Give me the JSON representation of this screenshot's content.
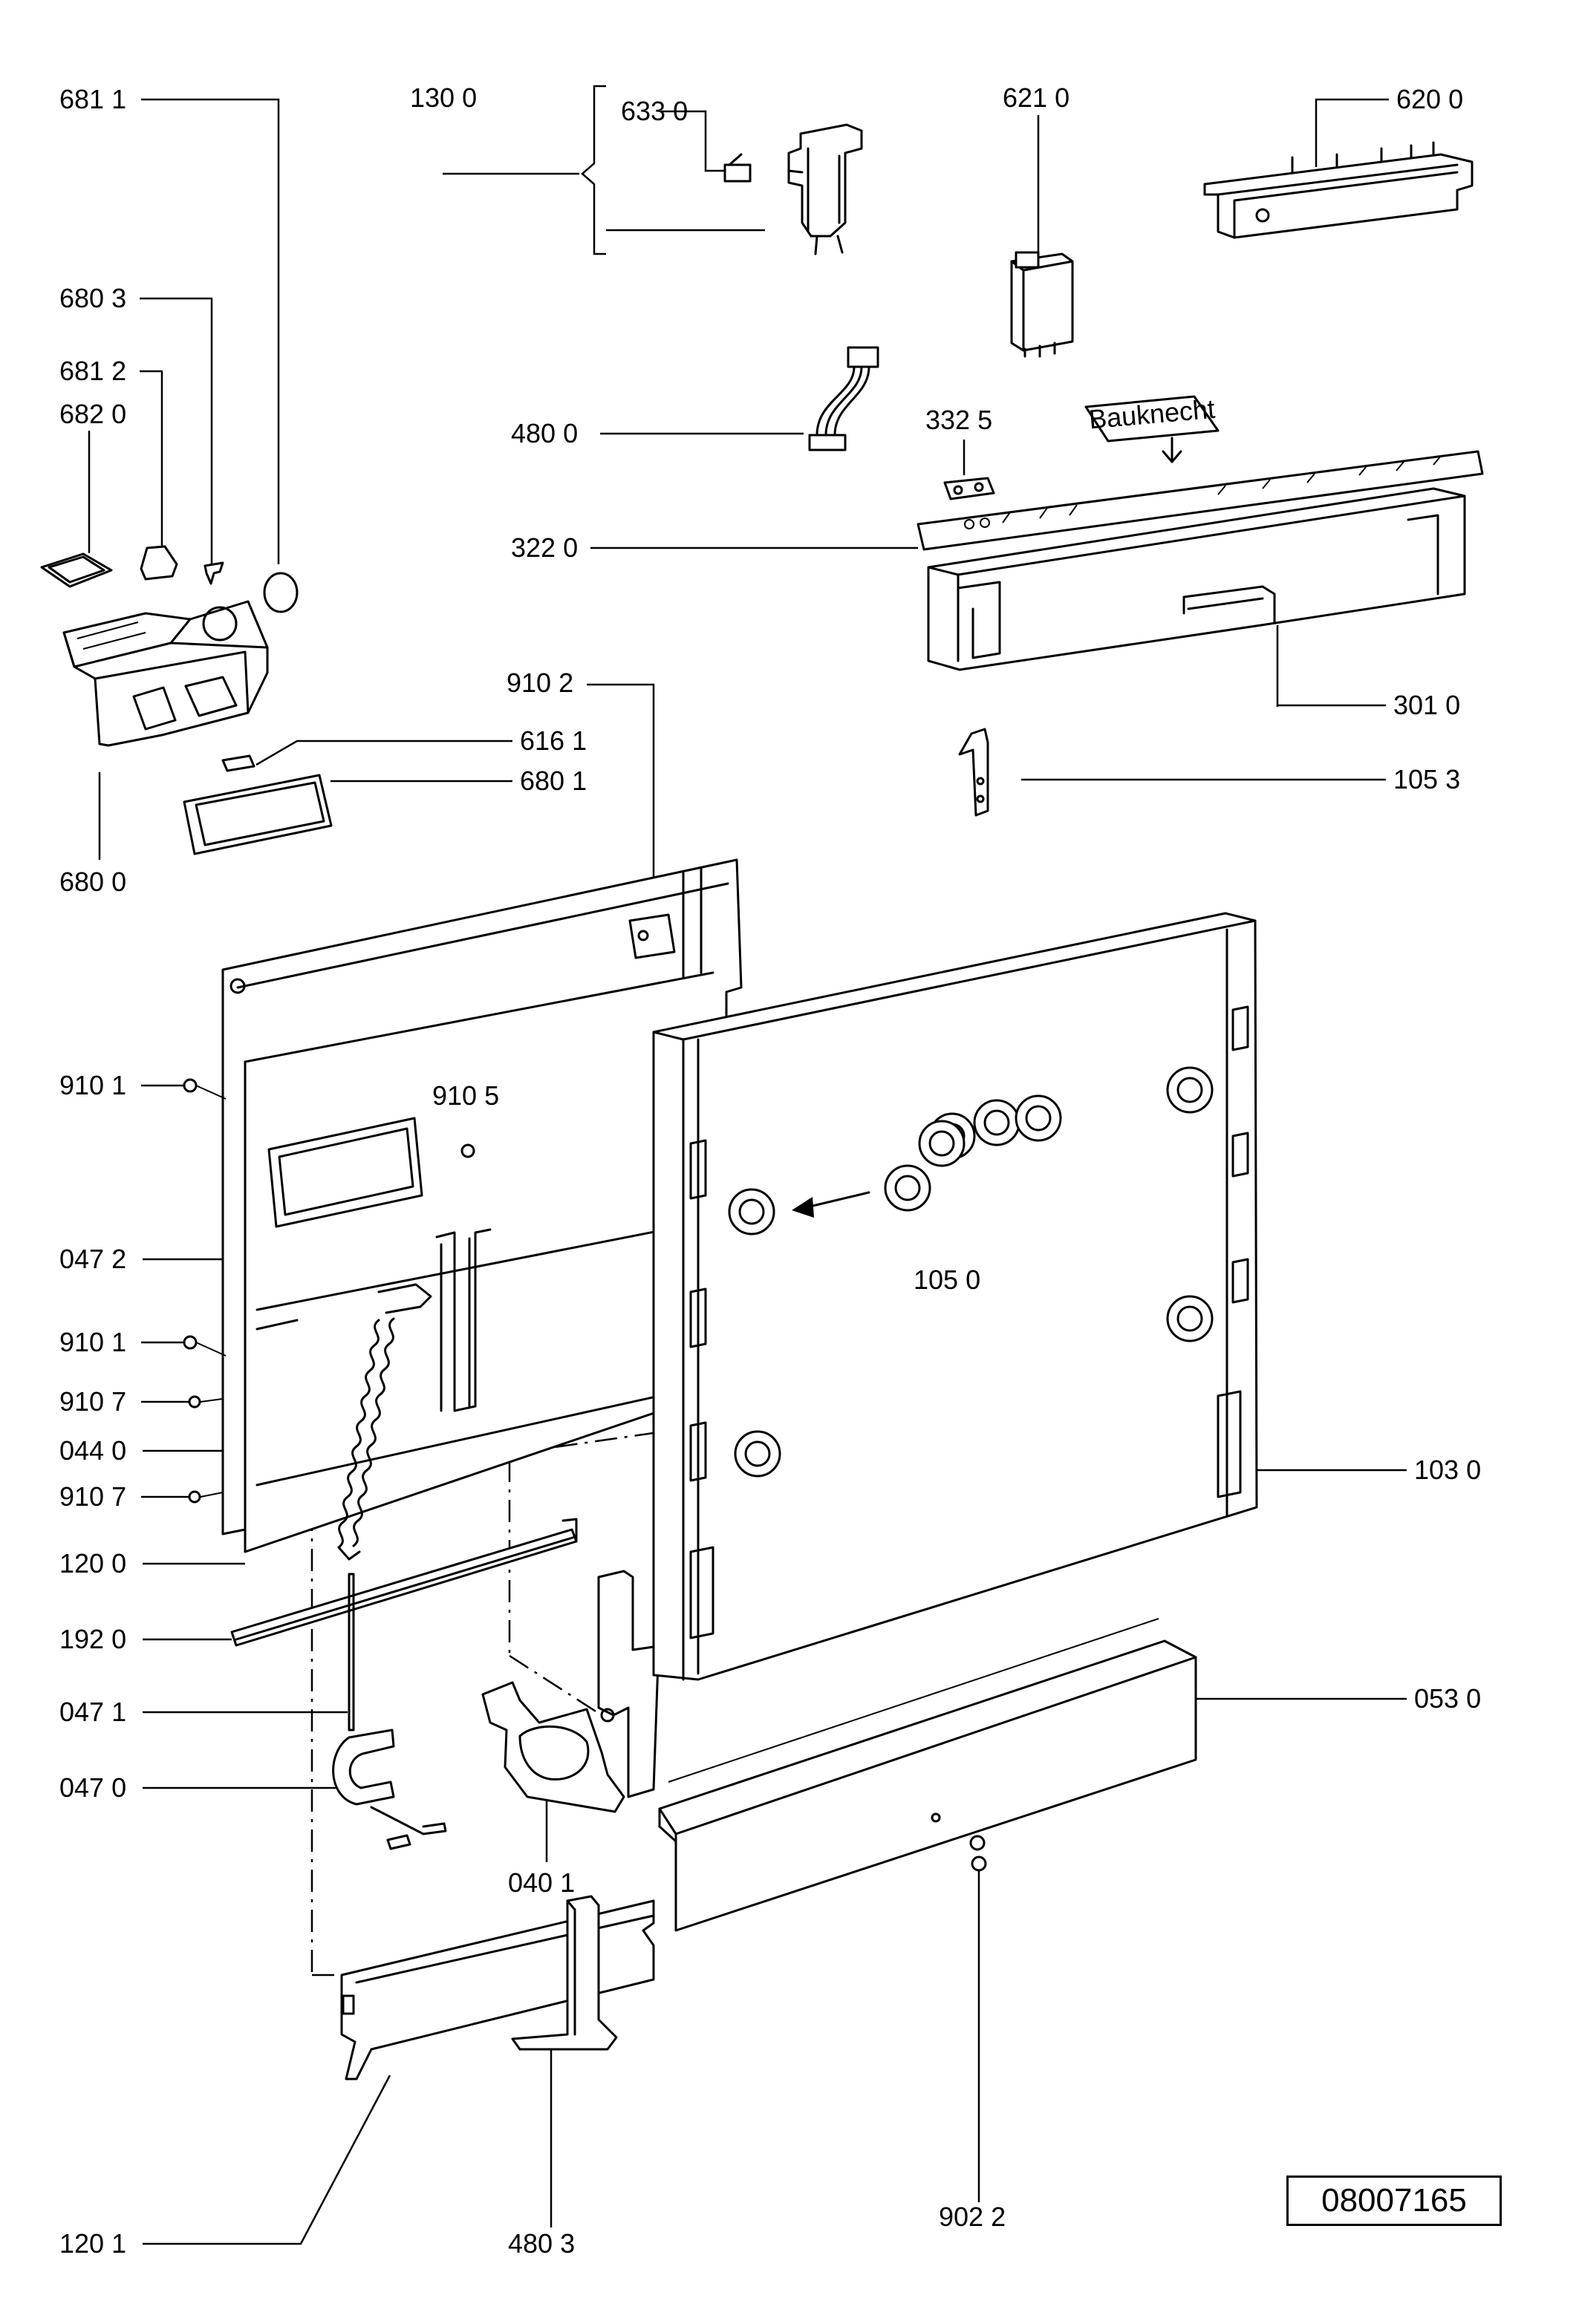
{
  "labels": {
    "p6811": "681 1",
    "p1300": "130 0",
    "p6330": "633 0",
    "p6210": "621 0",
    "p6200": "620 0",
    "p6803": "680 3",
    "p6812": "681 2",
    "p6820": "682 0",
    "p4800": "480 0",
    "p3325": "332 5",
    "p3220": "322 0",
    "p9102": "910 2",
    "p3010": "301 0",
    "p6161": "616 1",
    "p6801": "680 1",
    "p1053": "105 3",
    "p6800": "680 0",
    "p9101a": "910 1",
    "p9105": "910 5",
    "p0472": "047 2",
    "p1050": "105 0",
    "p9101b": "910 1",
    "p9107a": "910 7",
    "p0440": "044 0",
    "p9107b": "910 7",
    "p1030": "103 0",
    "p1200": "120 0",
    "p1920": "192 0",
    "p0471": "047 1",
    "p0530": "053 0",
    "p0470": "047 0",
    "p0401": "040 1",
    "p1201": "120 1",
    "p4803": "480 3",
    "p9022": "902 2"
  },
  "brand_plate": "Bauknecht",
  "document_number": "08007165"
}
